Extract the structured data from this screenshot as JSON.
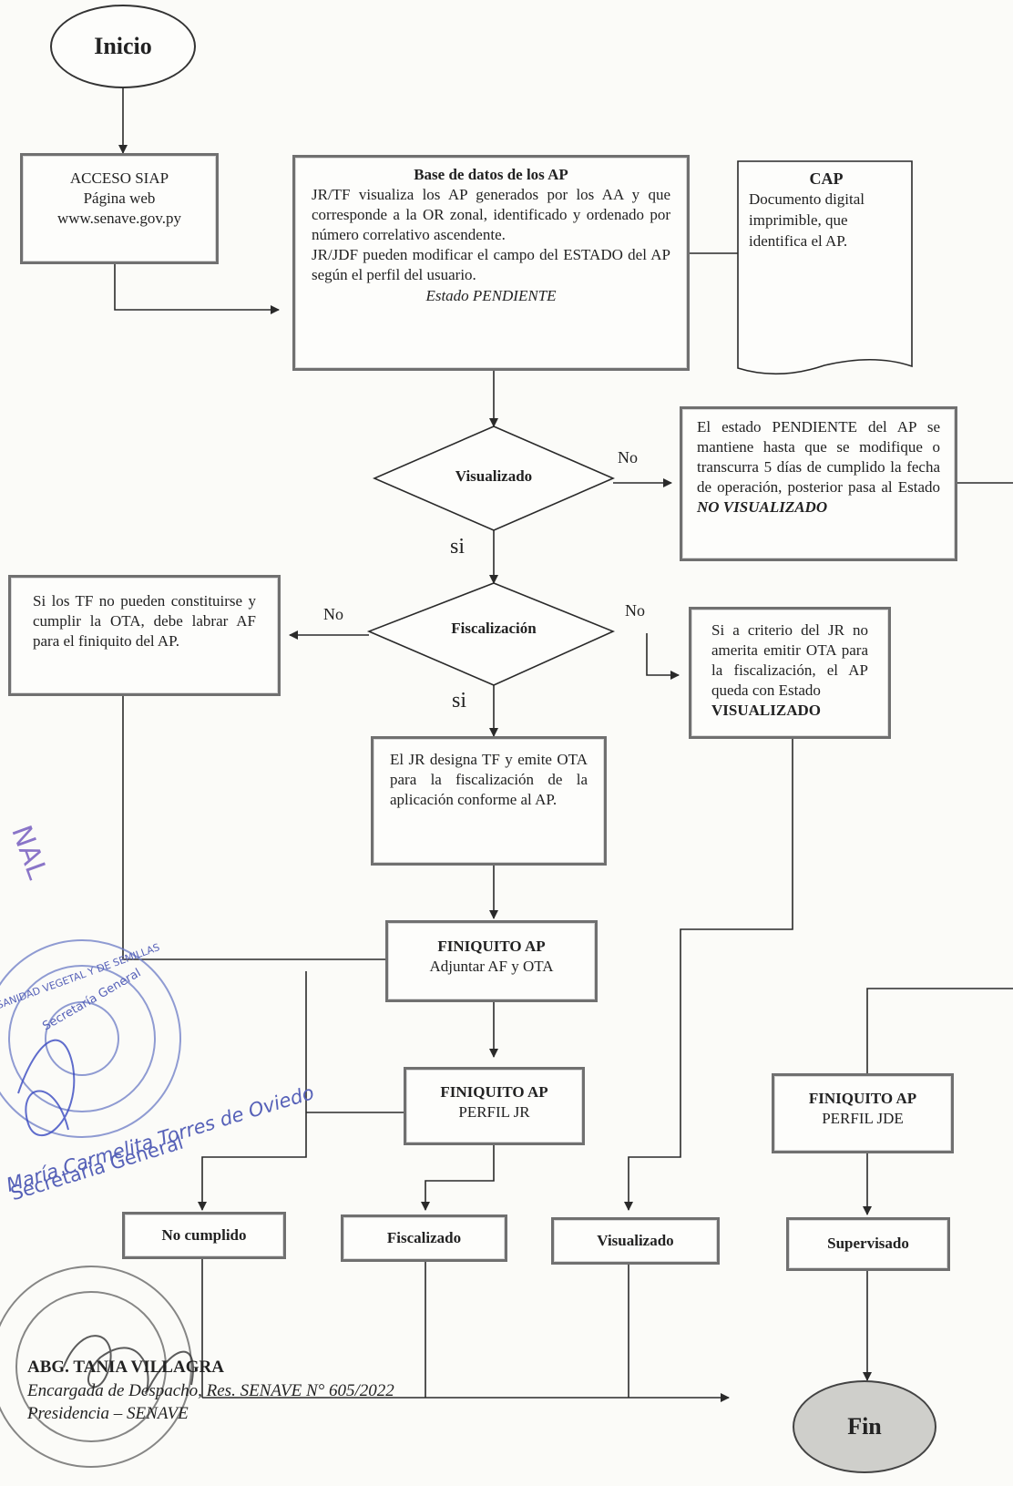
{
  "start": "Inicio",
  "end": "Fin",
  "acceso": [
    "ACCESO SIAP",
    "Página web",
    "www.senave.gov.py"
  ],
  "base": {
    "title": "Base de datos de los AP",
    "text1": "JR/TF visualiza los AP generados por los AA y que corresponde a la OR zonal, identificado y ordenado por número correlativo ascendente.",
    "text2": "JR/JDF pueden modificar el campo del ESTADO del AP según el perfil del usuario.",
    "estado": "Estado PENDIENTE"
  },
  "cap": {
    "title": "CAP",
    "text": "Documento digital imprimible, que identifica el AP."
  },
  "decision1": {
    "label": "Visualizado",
    "no": "No",
    "yes": "si"
  },
  "pendiente_note": {
    "text": "El estado PENDIENTE del AP se mantiene hasta que se modifique o transcurra 5 días de cumplido la fecha de operación, posterior pasa al Estado",
    "estado": "NO VISUALIZADO"
  },
  "decision2": {
    "label": "Fiscalización",
    "no_left": "No",
    "no_right": "No",
    "yes": "si"
  },
  "left_note": "Si los TF no pueden constituirse y cumplir la OTA, debe labrar AF para el finiquito del AP.",
  "right_note": {
    "text": "Si a criterio del JR no amerita emitir OTA para la fiscalización, el AP queda con Estado",
    "estado": "VISUALIZADO"
  },
  "designa": "El JR designa TF y emite OTA para la fiscalización de la aplicación conforme al AP.",
  "finiquito1": {
    "title": "FINIQUITO AP",
    "sub": "Adjuntar AF y OTA"
  },
  "finiquito2": {
    "title": "FINIQUITO AP",
    "sub": "PERFIL JR"
  },
  "finiquito3": {
    "title": "FINIQUITO AP",
    "sub": "PERFIL JDE"
  },
  "outcomes": [
    "No cumplido",
    "Fiscalizado",
    "Visualizado",
    "Supervisado"
  ],
  "stamp": {
    "fragment": "NAL",
    "ring_text": "SANIDAD VEGETAL Y DE SEMILLAS",
    "inner": "Secretaría General",
    "signature": "María Carmelita Torres de Oviedo",
    "role": "Secretaria General"
  },
  "signer": {
    "name": "ABG. TANIA VILLAGRA",
    "line1": "Encargada de Despacho, Res. SENAVE N° 605/2022",
    "line2": "Presidencia – SENAVE"
  }
}
